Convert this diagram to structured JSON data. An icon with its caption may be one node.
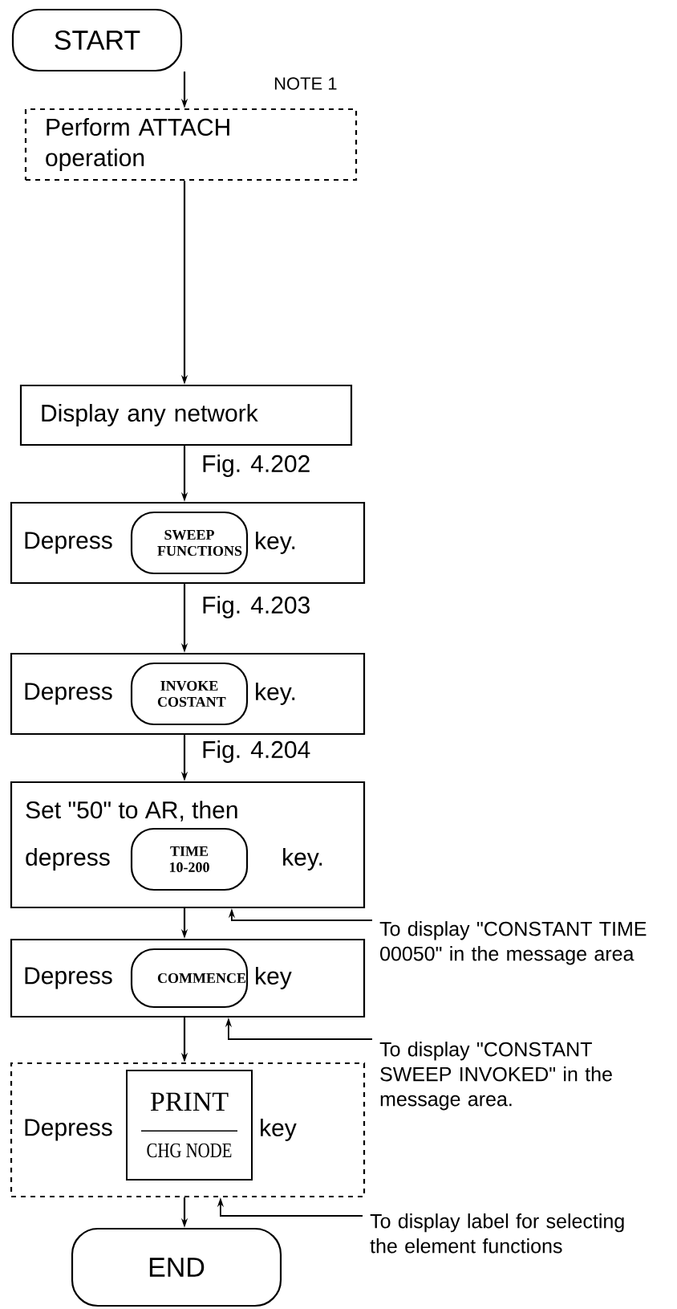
{
  "diagram": {
    "nodes": [
      {
        "text": [
          "START"
        ]
      },
      {
        "text": [
          "Perform ATTACH operation"
        ]
      },
      {
        "text": [
          "Display any network"
        ]
      },
      {
        "text": [
          "Depress",
          "key."
        ]
      },
      {
        "text": [
          "SWEEP FUNCTIONS"
        ],
        "in": 3
      },
      {
        "text": [
          "Depress",
          "key."
        ]
      },
      {
        "text": [
          "INVOKE COSTANT"
        ],
        "in": 5
      },
      {
        "text": [
          "Set \"50\" to AR, then",
          "depress",
          "key."
        ]
      },
      {
        "text": [
          "TIME 10-200"
        ],
        "in": 7
      },
      {
        "text": [
          "Depress",
          "key"
        ]
      },
      {
        "text": [
          "COMMENCE"
        ],
        "in": 9
      },
      {
        "text": [
          "Depress",
          "key"
        ]
      },
      {
        "text": [
          "PRINT",
          "CHG NODE"
        ],
        "in": 11
      },
      {
        "text": [
          "END"
        ]
      },
      {
        "text": [
          "To display \"CONSTANT TIME 00050\" in the message area"
        ]
      },
      {
        "text": [
          "To display \"CONSTANT SWEEP INVOKED\" in the message area."
        ]
      },
      {
        "text": [
          "To display label for selecting the element functions"
        ]
      }
    ],
    "edges": [
      {
        "from": 0,
        "to": 1,
        "arrow": "to"
      },
      {
        "from": 1,
        "to": 2,
        "arrow": "to"
      },
      {
        "from": 2,
        "to": 3,
        "arrow": "to"
      },
      {
        "from": 3,
        "to": 5,
        "arrow": "to"
      },
      {
        "from": 5,
        "to": 7,
        "arrow": "to"
      },
      {
        "from": 7,
        "to": 9,
        "arrow": "to"
      },
      {
        "from": 9,
        "to": 11,
        "arrow": "to"
      },
      {
        "from": 11,
        "to": 13,
        "arrow": "to"
      },
      {
        "from": 14,
        "to": 7,
        "arrow": "to"
      },
      {
        "from": 15,
        "to": 9,
        "arrow": "to"
      },
      {
        "from": 16,
        "to": 11,
        "arrow": "to"
      }
    ],
    "labels": [
      "NOTE 1",
      "Fig. 4.202",
      "Fig. 4.203",
      "Fig. 4.204"
    ]
  }
}
